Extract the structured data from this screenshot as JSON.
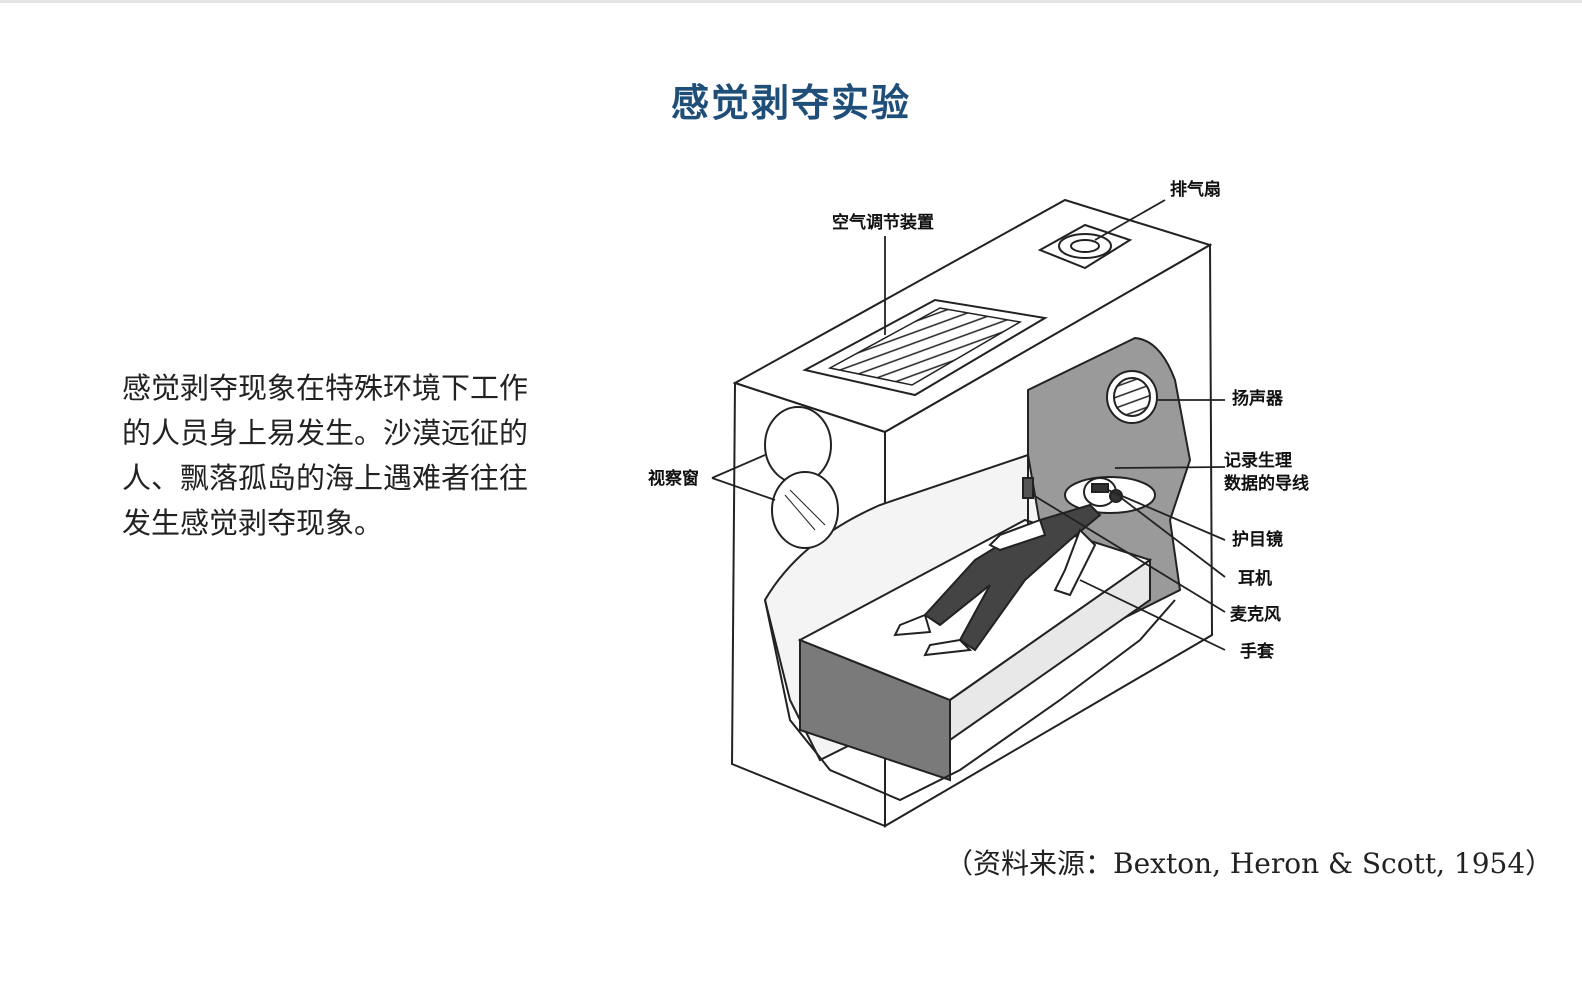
{
  "title": "感觉剥夺实验",
  "description_lines": [
    "感觉剥夺现象在特殊环境下工作",
    "的人员身上易发生。沙漠远征的",
    "人、飘落孤岛的海上遇难者往往",
    "发生感觉剥夺现象。"
  ],
  "source": "（资料来源：Bexton, Heron & Scott, 1954）",
  "diagram_labels": {
    "exhaust_fan": "排气扇",
    "air_conditioner": "空气调节装置",
    "speaker": "扬声器",
    "wires_line1": "记录生理",
    "wires_line2": "数据的导线",
    "observation_window": "视察窗",
    "goggles": "护目镜",
    "headphones": "耳机",
    "microphone": "麦克风",
    "gloves": "手套"
  },
  "colors": {
    "title": "#1f4e79",
    "text": "#222222",
    "wall_gray": "#9a9a9a",
    "floor_dark": "#7a7a7a"
  }
}
